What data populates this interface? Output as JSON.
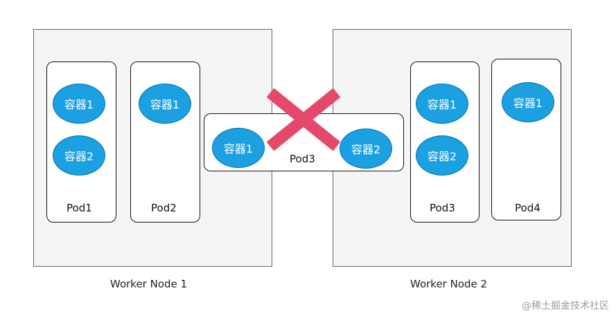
{
  "nodes": [
    {
      "label": "Worker Node 1"
    },
    {
      "label": "Worker Node 2"
    }
  ],
  "pods": {
    "pod1": {
      "label": "Pod1",
      "containers": [
        "容器1",
        "容器2"
      ]
    },
    "pod2": {
      "label": "Pod2",
      "containers": [
        "容器1"
      ]
    },
    "pod3_spanning": {
      "label": "Pod3",
      "containers": [
        "容器1",
        "容器2"
      ]
    },
    "pod3_node2": {
      "label": "Pod3",
      "containers": [
        "容器1",
        "容器2"
      ]
    },
    "pod4": {
      "label": "Pod4",
      "containers": [
        "容器1"
      ]
    }
  },
  "cross_color": "#e5486a",
  "container_color": "#1ba1e2",
  "watermark": "@稀土掘金技术社区"
}
